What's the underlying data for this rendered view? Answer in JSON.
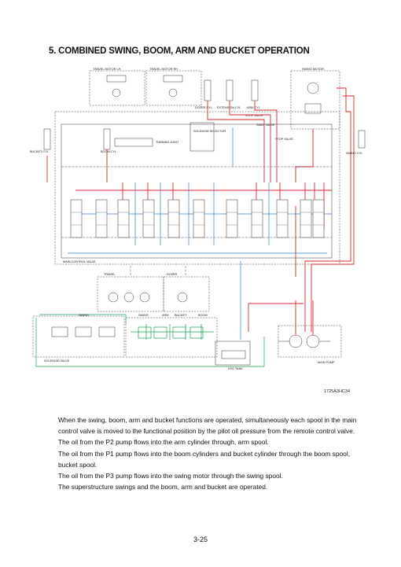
{
  "section_title": "5. COMBINED SWING, BOOM, ARM AND BUCKET OPERATION",
  "figure_id": "1725A3HC34",
  "page_number": "3-25",
  "paragraphs": [
    "When the swing, boom, arm and bucket functions are operated, simultaneously each spool in the main control valve is moved to the functional position by the pilot oil pressure from the remote control valve.",
    "The oil from the P2 pump flows into the arm cylinder through, arm spool.",
    "The oil from the P1 pump flows into the boom cylinders and bucket cylinder through the boom spool, bucket spool.",
    "The oil from the P3 pump flows into the swing motor through the swing spool.",
    "The superstructure swings and the boom, arm and bucket are operated."
  ],
  "diagram_labels": {
    "travel_motor_lh": "TRAVEL MOTOR LH",
    "travel_motor_rh": "TRAVEL MOTOR RH",
    "swing_motor": "SWING MOTOR",
    "dozer_cyl": "DOZER CYL",
    "extension_cyl": "EXTENSION CYL",
    "arm_cyl": "ARM CYL",
    "stop_valve_top": "STOP VALVE",
    "sway_valve": "SWAY VALVE",
    "solenoid_selector": "SOLENOID SELECTOR",
    "stop_valve": "STOP VALVE",
    "turning_joint": "TURNING JOINT",
    "bucket_cyl": "BUCKET CYL",
    "boom_cyl": "BOOM CYL",
    "swing_cyl": "SWING CYL",
    "main_control_valve": "MAIN CONTROL VALVE",
    "travel": "TRAVEL",
    "dozer": "DOZER",
    "swing_rcv": "SWING",
    "swing_group": "SWING",
    "arm": "ARM",
    "bucket": "BUCKET",
    "boom": "BOOM",
    "solenoid_valve": "SOLENOID VALVE",
    "hyd_tank": "HYD TANK",
    "main_pump": "MAIN PUMP"
  },
  "line_colors": {
    "pressure": "#e0242b",
    "return": "#2f7fd0",
    "pilot": "#19a050",
    "drain": "#222222"
  }
}
